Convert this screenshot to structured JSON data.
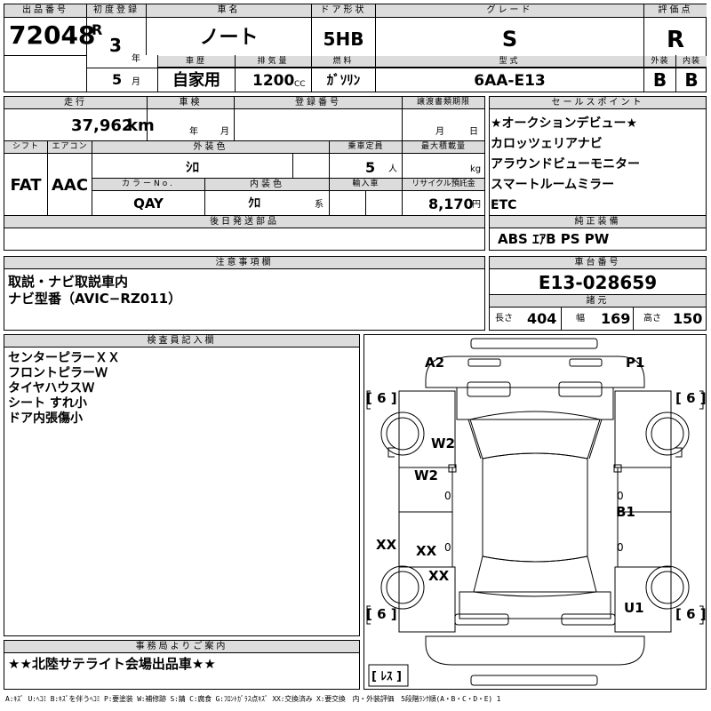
{
  "header": {
    "lot_no_label": "出品番号",
    "lot_no": "72048",
    "first_reg_label": "初度登録",
    "era": "R",
    "reg_year": "3",
    "year_unit": "年",
    "reg_month": "5",
    "month_unit": "月",
    "car_name_label": "車名",
    "car_name": "ノート",
    "door_label": "ドア形状",
    "door": "5HB",
    "grade_label": "グレード",
    "grade": "S",
    "score_label": "評価点",
    "score": "R",
    "history_label": "車歴",
    "history": "自家用",
    "displacement_label": "排気量",
    "displacement": "1200",
    "displacement_unit": "CC",
    "fuel_label": "燃料",
    "fuel": "ｶﾞｿﾘﾝ",
    "model_label": "型式",
    "model": "6AA-E13",
    "exterior_label": "外装",
    "exterior": "B",
    "interior_label": "内装",
    "interior": "B"
  },
  "mid": {
    "mileage_label": "走行",
    "mileage": "37,962",
    "mileage_unit": "km",
    "inspection_label": "車検",
    "insp_year_unit": "年",
    "insp_month_unit": "月",
    "reg_no_label": "登録番号",
    "transfer_label": "譲渡書類期限",
    "transfer_month_unit": "月",
    "transfer_day_unit": "日",
    "shift_label": "シフト",
    "shift": "FAT",
    "ac_label": "エアコン",
    "ac": "AAC",
    "color_label": "外装色",
    "color": "ｼﾛ",
    "capacity_label": "乗車定員",
    "capacity": "5",
    "capacity_unit": "人",
    "load_label": "最大積載量",
    "load_unit": "kg",
    "color_no_label": "カラーNo.",
    "color_no": "QAY",
    "int_color_label": "内装色",
    "int_color": "ｸﾛ",
    "int_color_unit": "系",
    "import_label": "輸入車",
    "recycle_label": "リサイクル預託金",
    "recycle": "8,170",
    "recycle_unit": "円",
    "later_parts_label": "後日発送部品"
  },
  "selling_points": {
    "label": "セールスポイント",
    "items": [
      "★オークションデビュー★",
      "カロッツェリアナビ",
      "アラウンドビューモニター",
      "スマートルームミラー",
      "ETC"
    ]
  },
  "equipment": {
    "label": "純正装備",
    "value": "ABS ｴｱB PS PW"
  },
  "notes": {
    "label": "注意事項欄",
    "lines": [
      "取説・ナビ取説車内",
      "ナビ型番（AVIC−RZ011）"
    ]
  },
  "chassis": {
    "label": "車台番号",
    "value": "E13-028659",
    "specs_label": "諸元",
    "length_label": "長さ",
    "length": "404",
    "width_label": "幅",
    "width": "169",
    "height_label": "高さ",
    "height": "150"
  },
  "inspector": {
    "label": "検査員記入欄",
    "items": [
      "センターピラーＸＸ",
      "フロントピラーＷ",
      "タイヤハウスＷ",
      "シート すれ小",
      "ドア内張傷小"
    ]
  },
  "diagram": {
    "marks": {
      "a2": "A2",
      "p1": "P1",
      "w2_top": "W2",
      "w2_left": "W2",
      "b1": "B1",
      "xx_left": "XX",
      "xx_mid": "XX",
      "xx_low": "XX",
      "u1": "U1",
      "zero_a": "0",
      "zero_b": "0",
      "zero_c": "0",
      "zero_d": "0"
    },
    "tires": {
      "fl": "6",
      "fr": "6",
      "rl": "6",
      "rr": "6"
    },
    "spare": "ﾚｽ"
  },
  "office": {
    "label": "事務局よりご案内",
    "notice": "★★北陸サテライト会場出品車★★"
  },
  "legend": "A:ｷｽﾞ U:ﾍｺﾐ B:ｷｽﾞを伴うﾍｺﾐ P:要塗装 W:補修跡 S:錆 C:腐食 G:ﾌﾛﾝﾄｶﾞﾗｽ点ｷｽﾞ XX:交換済み X:要交換　内・外装評価　5段階ﾗﾝｸ順(A・B・C・D・E) 1"
}
